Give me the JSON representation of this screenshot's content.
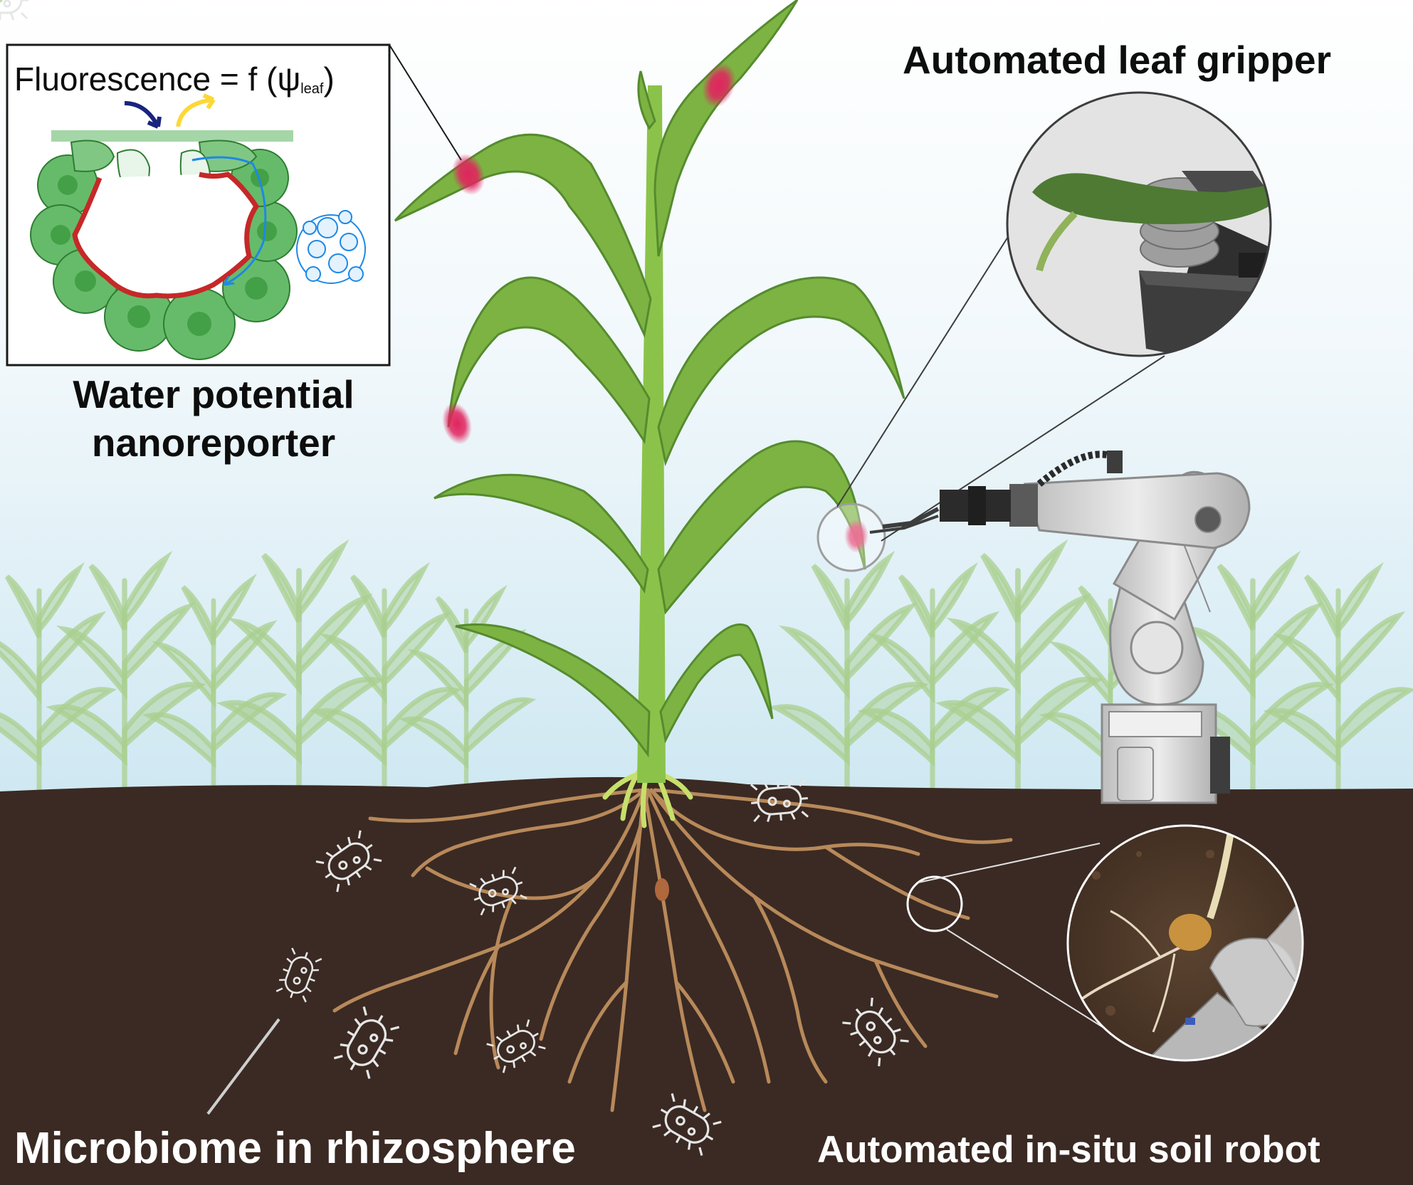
{
  "labels": {
    "automated_leaf_gripper": "Automated leaf gripper",
    "water_potential_nanoreporter": "Water potential nanoreporter",
    "microbiome_in_rhizosphere": "Microbiome in rhizosphere",
    "automated_in_situ_soil_robot": "Automated in-situ soil robot"
  },
  "equation": {
    "prefix": "Fluorescence = f (ψ",
    "subscript": "leaf",
    "suffix": ")"
  },
  "colors": {
    "sky_top": "#ffffff",
    "sky_bottom": "#cfe8f2",
    "soil": "#3a2a23",
    "soil_deep": "#2e211b",
    "leaf": "#7cb342",
    "leaf_dark": "#558b2f",
    "background_crop": "#a9cf8f",
    "root": "#b8895a",
    "fluorescence_spot": "#e0245e",
    "cell_wall": "#c62828",
    "cell_green": "#66bb6a",
    "robot_grey": "#d6d6d6",
    "robot_dark": "#3d3d3d"
  }
}
